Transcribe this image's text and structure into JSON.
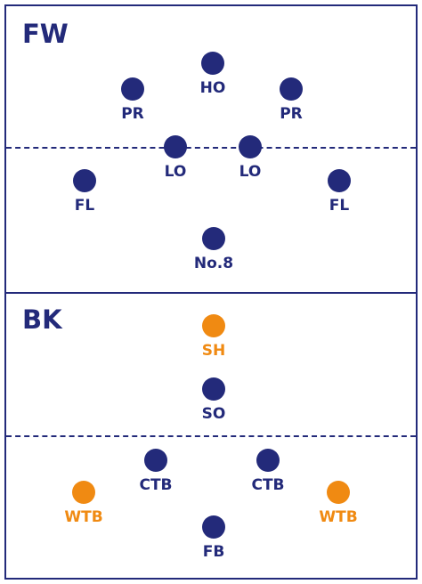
{
  "colors": {
    "navy": "#232a7a",
    "orange": "#f08a12"
  },
  "forwards": {
    "title": "FW",
    "players": [
      {
        "id": "ho",
        "label": "HO",
        "color": "navy"
      },
      {
        "id": "pr-left",
        "label": "PR",
        "color": "navy"
      },
      {
        "id": "pr-right",
        "label": "PR",
        "color": "navy"
      },
      {
        "id": "lo-left",
        "label": "LO",
        "color": "navy"
      },
      {
        "id": "lo-right",
        "label": "LO",
        "color": "navy"
      },
      {
        "id": "fl-left",
        "label": "FL",
        "color": "navy"
      },
      {
        "id": "fl-right",
        "label": "FL",
        "color": "navy"
      },
      {
        "id": "no8",
        "label": "No.8",
        "color": "navy"
      }
    ]
  },
  "backs": {
    "title": "BK",
    "players": [
      {
        "id": "sh",
        "label": "SH",
        "color": "orange"
      },
      {
        "id": "so",
        "label": "SO",
        "color": "navy"
      },
      {
        "id": "ctb-left",
        "label": "CTB",
        "color": "navy"
      },
      {
        "id": "ctb-right",
        "label": "CTB",
        "color": "navy"
      },
      {
        "id": "wtb-left",
        "label": "WTB",
        "color": "orange"
      },
      {
        "id": "wtb-right",
        "label": "WTB",
        "color": "orange"
      },
      {
        "id": "fb",
        "label": "FB",
        "color": "navy"
      }
    ]
  }
}
